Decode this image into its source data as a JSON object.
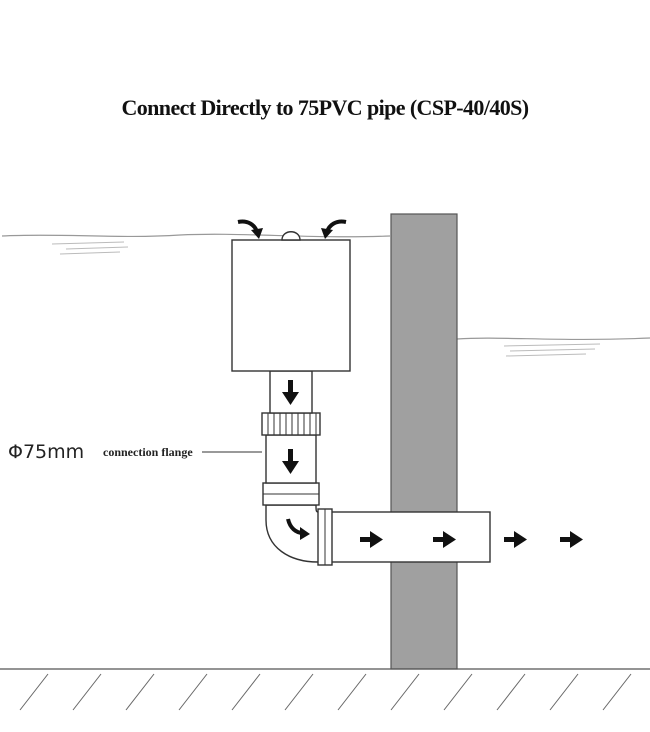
{
  "title": "Connect Directly to 75PVC pipe (CSP-40/40S)",
  "labels": {
    "diameter": "Φ75mm",
    "flange": "connection flange"
  },
  "icons": {
    "inflow": "curved-arrow-icon",
    "flow": "arrow-right-icon",
    "down": "arrow-down-icon"
  },
  "colors": {
    "wall": "#a0a0a0",
    "line": "#333333",
    "arrow": "#111111"
  }
}
